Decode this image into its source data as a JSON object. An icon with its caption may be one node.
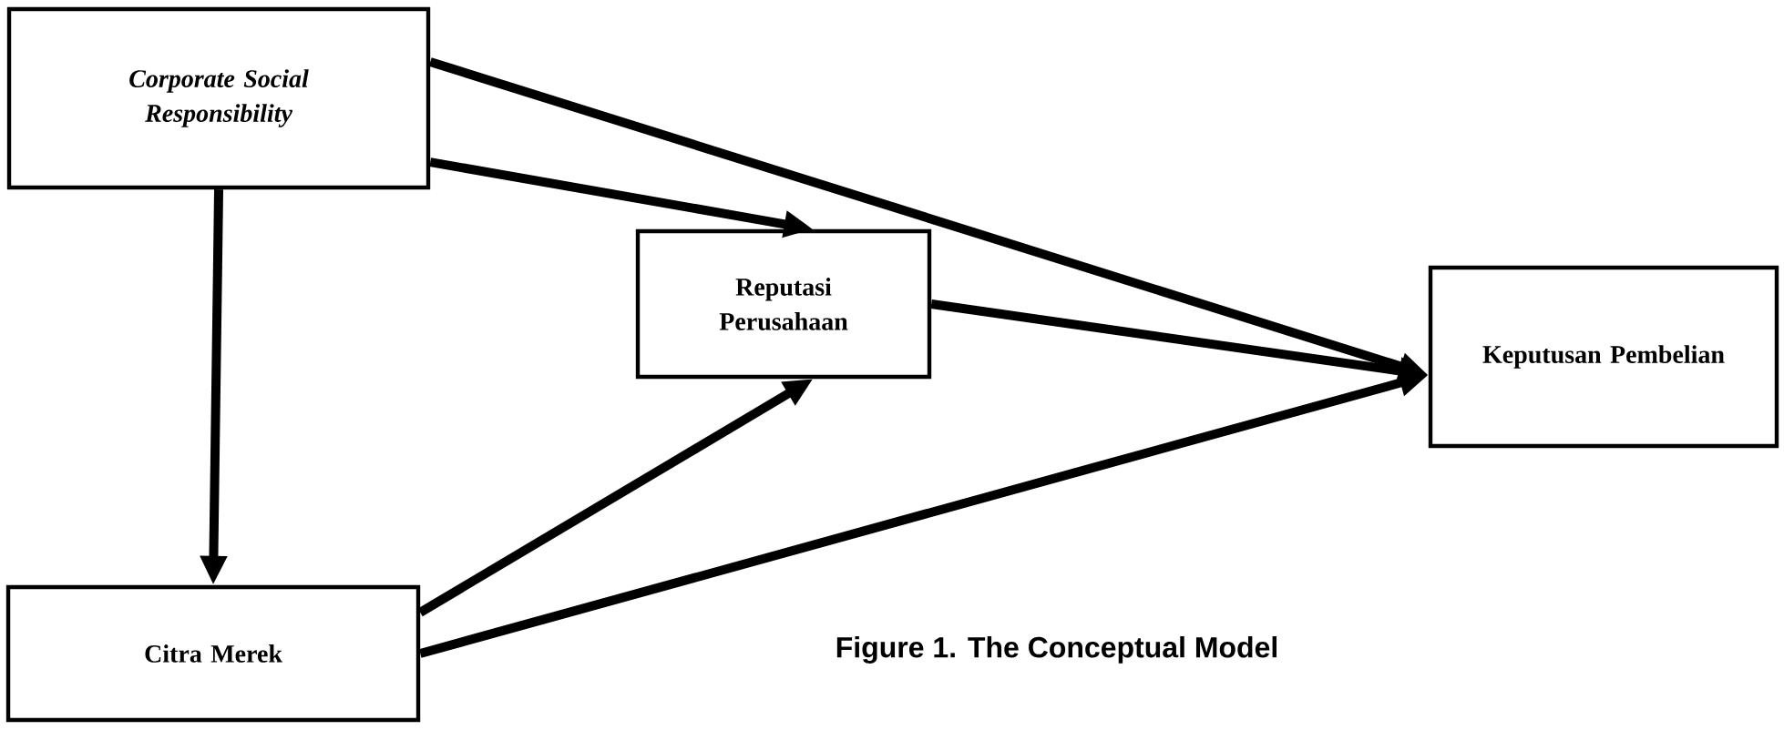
{
  "diagram": {
    "caption": "Figure 1. The Conceptual Model",
    "nodes": [
      {
        "text": [
          "Corporate Social Responsibility"
        ]
      },
      {
        "text": [
          "Reputasi Perusahaan"
        ]
      },
      {
        "text": [
          "Keputusan Pembelian"
        ]
      },
      {
        "text": [
          "Citra Merek"
        ]
      }
    ],
    "edges": [
      {
        "from": 0,
        "to": 1,
        "arrow": "to"
      },
      {
        "from": 0,
        "to": 2,
        "arrow": "to"
      },
      {
        "from": 0,
        "to": 3,
        "arrow": "to"
      },
      {
        "from": 1,
        "to": 2,
        "arrow": "to"
      },
      {
        "from": 3,
        "to": 1,
        "arrow": "to"
      },
      {
        "from": 3,
        "to": 2,
        "arrow": "to"
      }
    ]
  }
}
